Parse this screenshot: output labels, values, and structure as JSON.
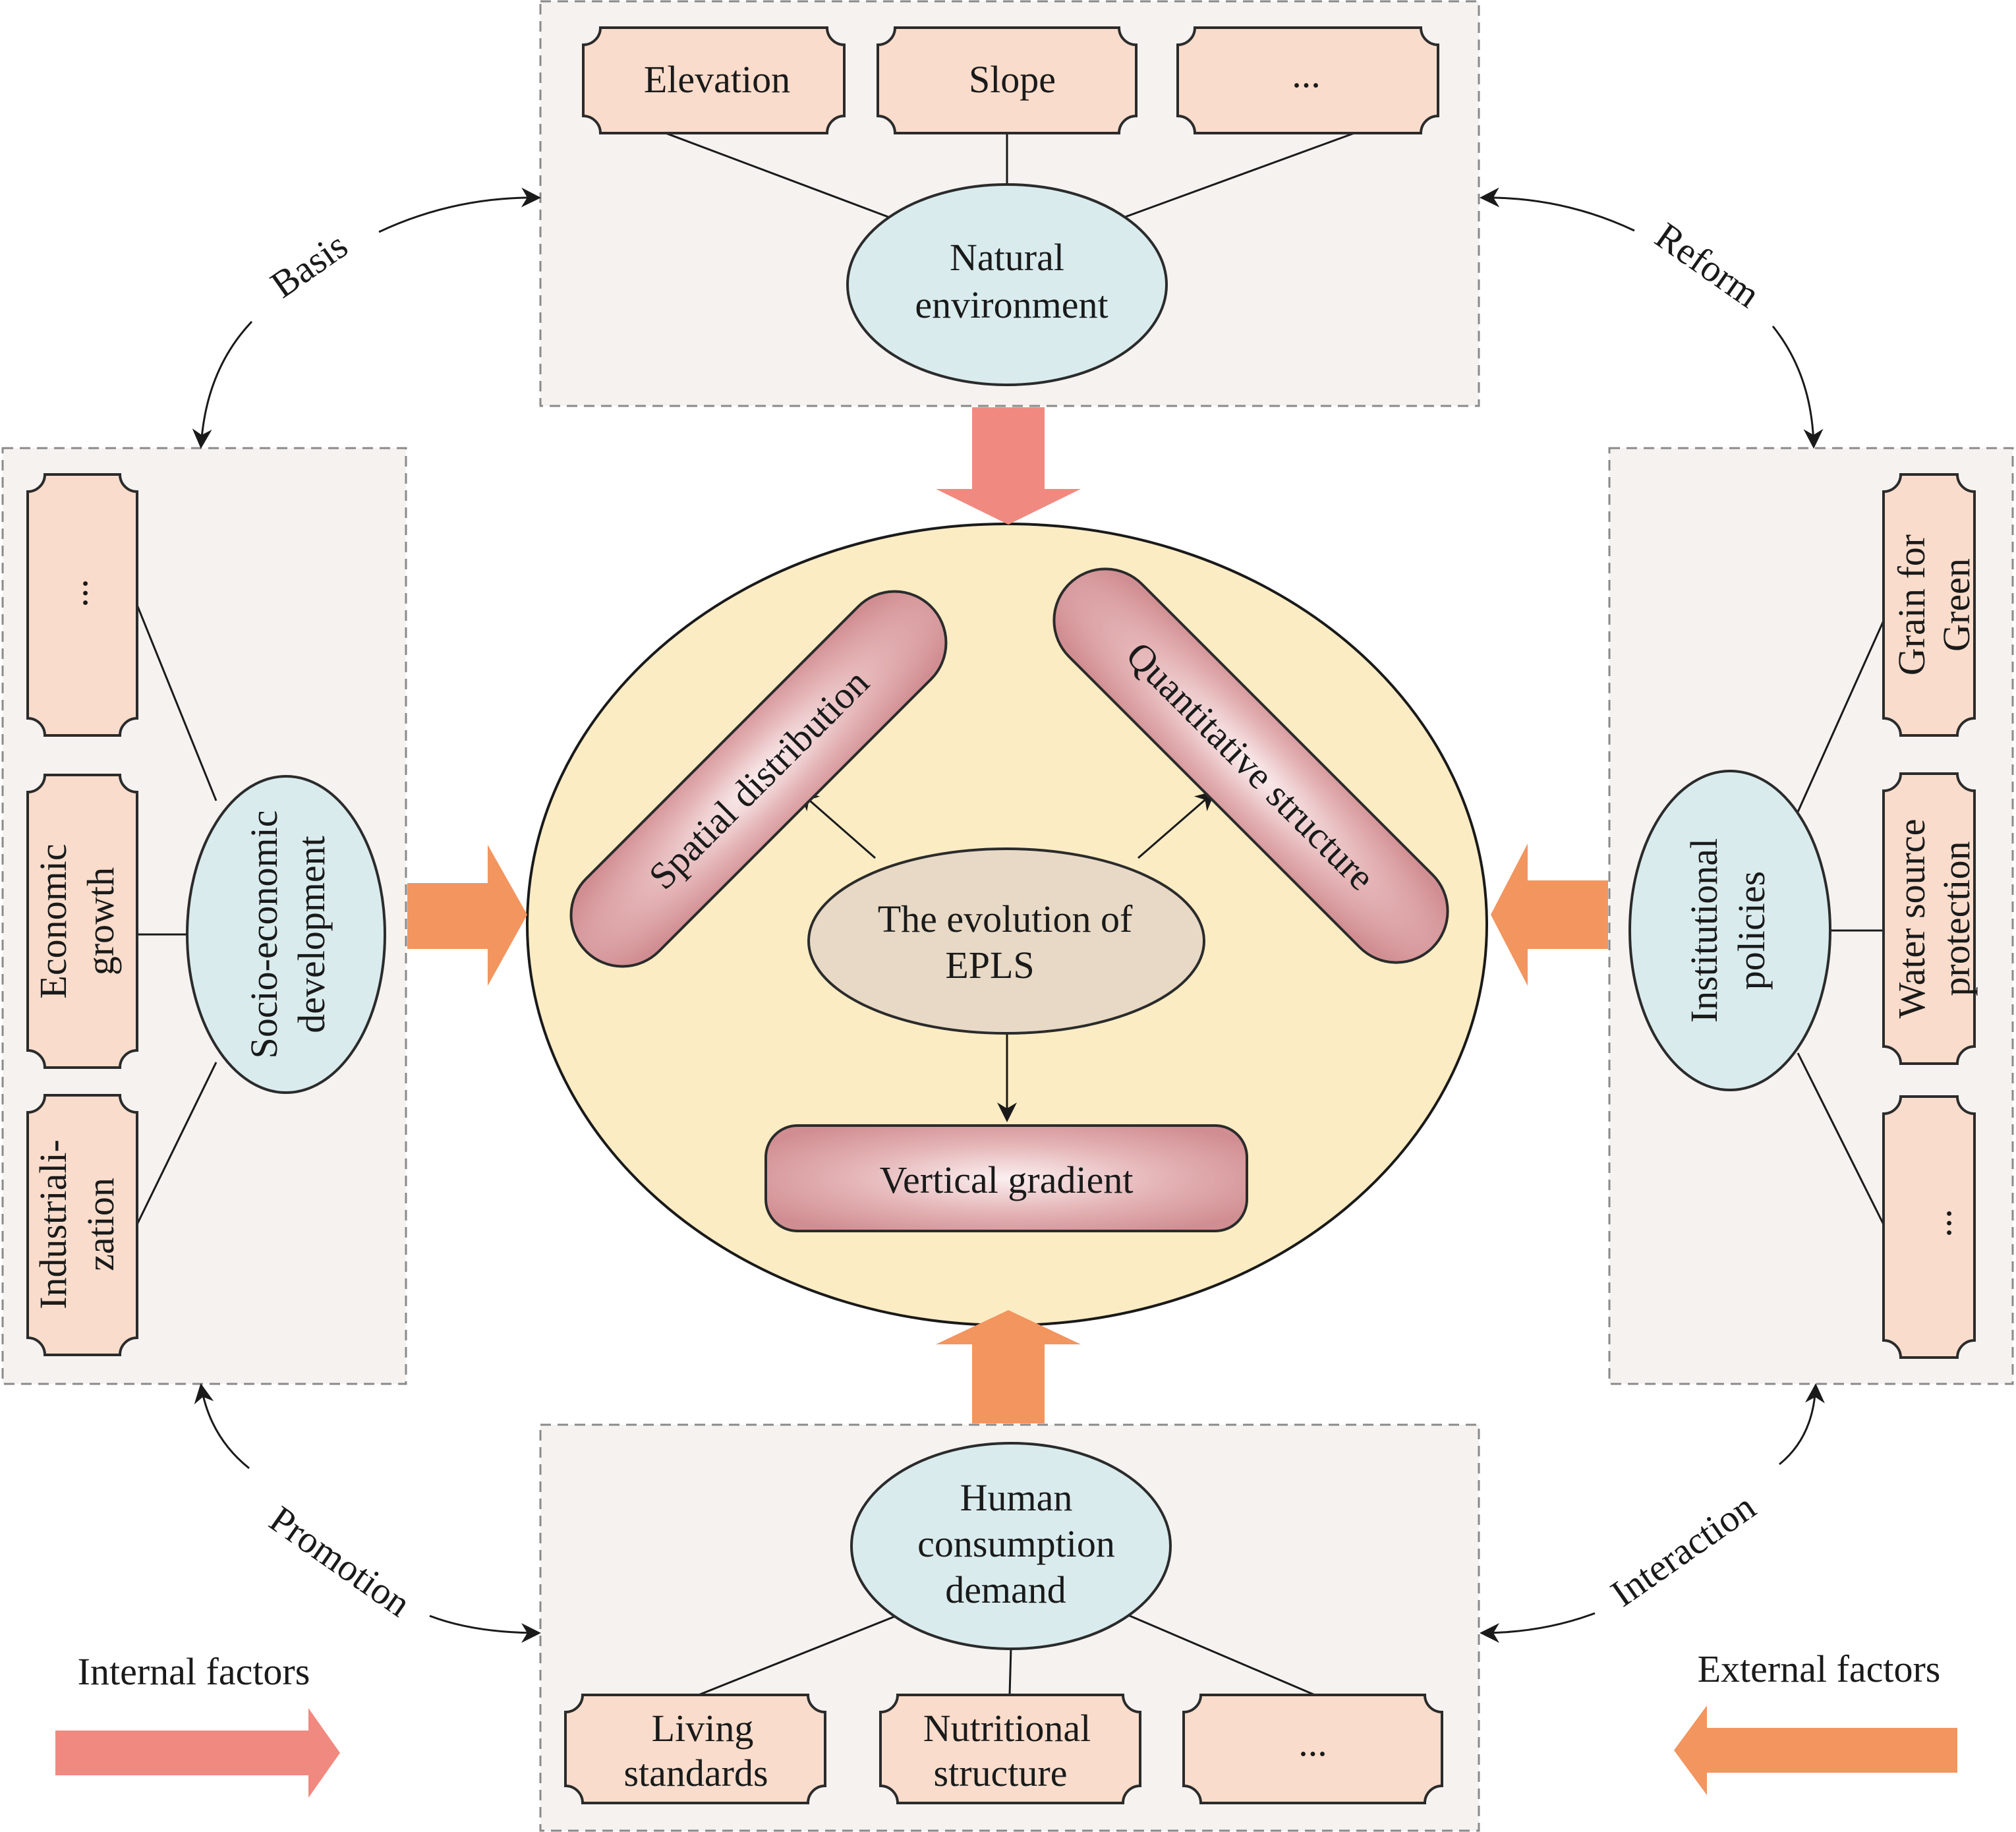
{
  "colors": {
    "panel_fill": "#f5f2f0",
    "panel_border": "#8a8a8a",
    "tag_fill": "#f9dccb",
    "tag_border": "#2b2b2b",
    "ellipse_fill": "#d9ebed",
    "core_fill": "#fcecc4",
    "center_fill": "#e7d9c5",
    "pill_fill": "#d89a9e",
    "internal_arrow": "#f08a80",
    "external_arrow": "#f2955f"
  },
  "top_panel": {
    "tags": [
      "Elevation",
      "Slope",
      "..."
    ],
    "ellipse_line1": "Natural",
    "ellipse_line2": "environment"
  },
  "left_panel": {
    "tags": [
      "...",
      "Economic",
      "growth",
      "Industriali-",
      "zation"
    ],
    "ellipse_line1": "Socio-economic",
    "ellipse_line2": "development"
  },
  "right_panel": {
    "tags": [
      "Grain for",
      "Green",
      "Water source",
      "protection",
      "..."
    ],
    "ellipse_line1": "Institutional",
    "ellipse_line2": "policies"
  },
  "bottom_panel": {
    "ellipse_line1": "Human",
    "ellipse_line2": "consumption",
    "ellipse_line3": "demand",
    "tags": [
      "Living",
      "standards",
      "Nutritional",
      "structure",
      "..."
    ]
  },
  "core": {
    "center_line1": "The evolution of",
    "center_line2": "EPLS",
    "pill_spatial": "Spatial distribution",
    "pill_quantitative": "Quantitative structure",
    "pill_vertical": "Vertical gradient"
  },
  "relations": {
    "basis": "Basis",
    "reform": "Reform",
    "promotion": "Promotion",
    "interaction": "Interaction"
  },
  "legend": {
    "internal": "Internal factors",
    "external": "External factors"
  }
}
